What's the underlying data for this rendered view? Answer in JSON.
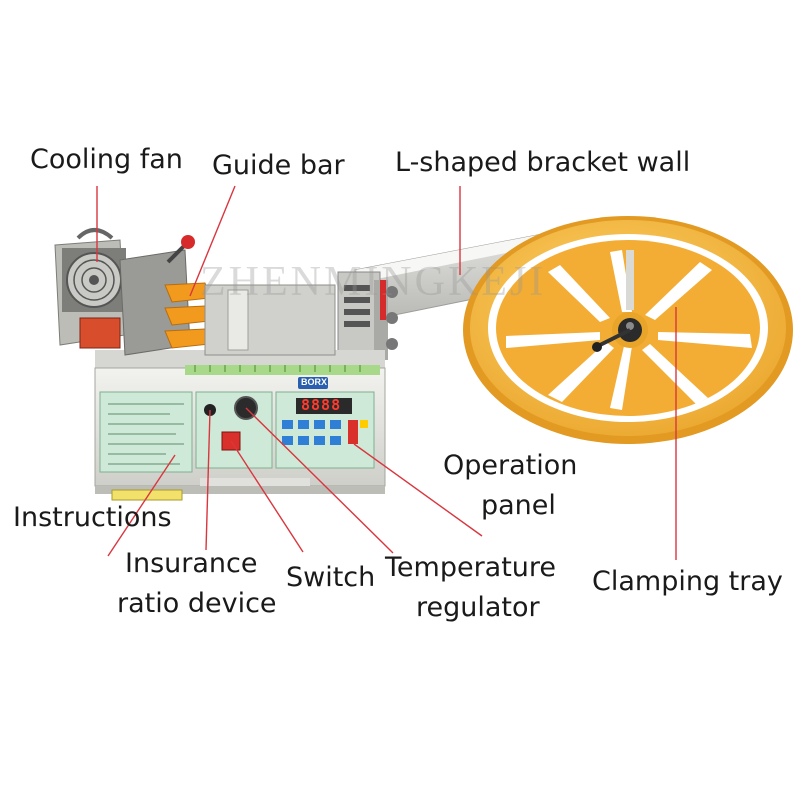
{
  "labels": {
    "cooling_fan": "Cooling fan",
    "guide_bar": "Guide bar",
    "bracket_wall": "L-shaped bracket wall",
    "operation_panel_1": "Operation",
    "operation_panel_2": "panel",
    "instructions": "Instructions",
    "insurance_1": "Insurance",
    "insurance_2": "ratio device",
    "switch": "Switch",
    "temperature_1": "Temperature",
    "temperature_2": "regulator",
    "clamping_tray": "Clamping tray"
  },
  "watermark": "ZHENMINGKEJI",
  "display_readout": "8888",
  "brand_badge": "BORX",
  "colors": {
    "pointer_line": "#d9363e",
    "tray": "#f6b733",
    "machine_body": "#e8e8e4",
    "panel_green": "#cfe9d8",
    "display": "#2a2a2a"
  }
}
